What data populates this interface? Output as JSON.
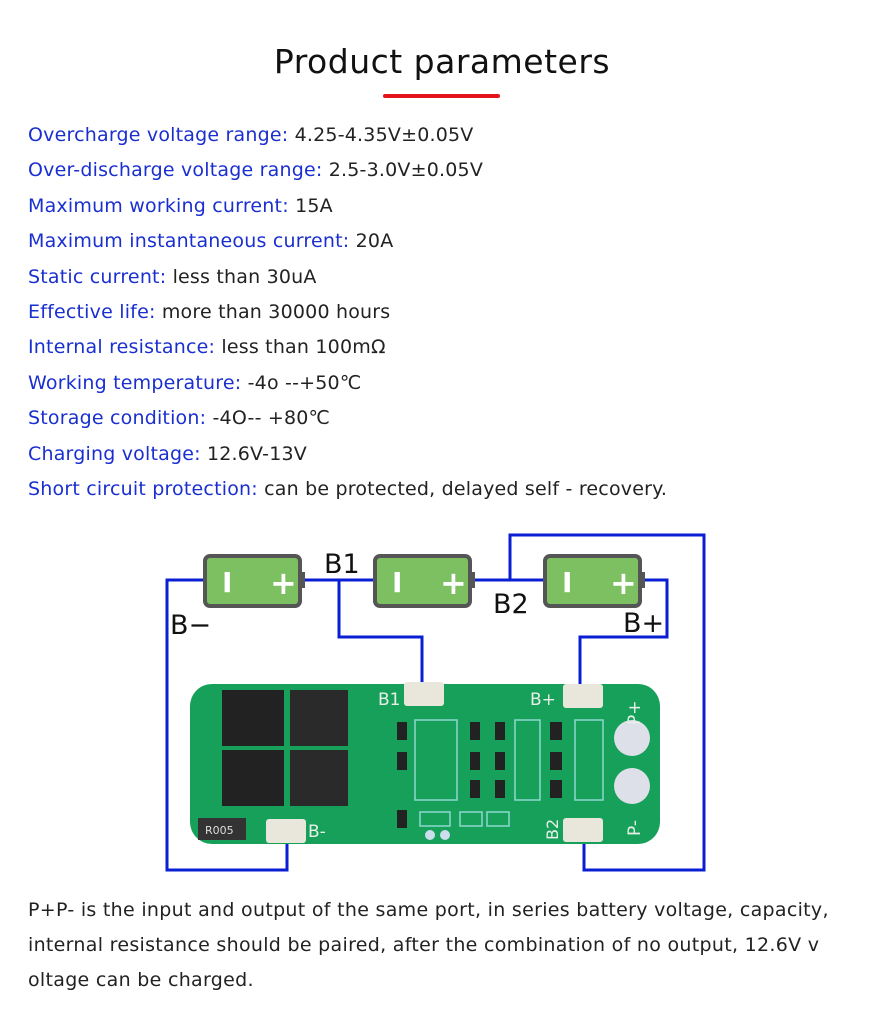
{
  "header": {
    "title": "Product parameters",
    "accent_color": "#e4141e"
  },
  "specs": [
    {
      "label": "Overcharge voltage range:",
      "value": "4.25-4.35V±0.05V"
    },
    {
      "label": "Over-discharge voltage range:",
      "value": "2.5-3.0V±0.05V"
    },
    {
      "label": "Maximum working current:",
      "value": "15A"
    },
    {
      "label": "Maximum instantaneous current:",
      "value": "20A"
    },
    {
      "label": "Static current:",
      "value": "less than 30uA"
    },
    {
      "label": "Effective life:",
      "value": "more than 30000 hours"
    },
    {
      "label": "Internal resistance:",
      "value": "less than 100mΩ"
    },
    {
      "label": "Working temperature:",
      "value": "-4o --+50℃"
    },
    {
      "label": "Storage condition:",
      "value": "-4O-- +80℃"
    },
    {
      "label": "Charging voltage:",
      "value": "12.6V-13V"
    },
    {
      "label": "Short circuit protection:",
      "value": "can be protected, delayed self - recovery."
    }
  ],
  "diagram": {
    "labels": {
      "b_minus": "B−",
      "b1": "B1",
      "b2": "B2",
      "b_plus": "B+"
    },
    "battery_minus": "I",
    "battery_plus": "+",
    "pcb": {
      "b1": "B1",
      "b_plus": "B+",
      "b_minus": "B-",
      "b2": "B2",
      "p_plus": "P+",
      "p_minus": "P-",
      "resistor": "R005"
    },
    "wire_color": "#0a1fd4"
  },
  "note": {
    "lines": [
      "P+P- is the input and output of the same port, in series battery voltage, capacity,",
      "internal resistance should be paired, after the combination of no output, 12.6V v",
      "oltage can be charged."
    ]
  }
}
